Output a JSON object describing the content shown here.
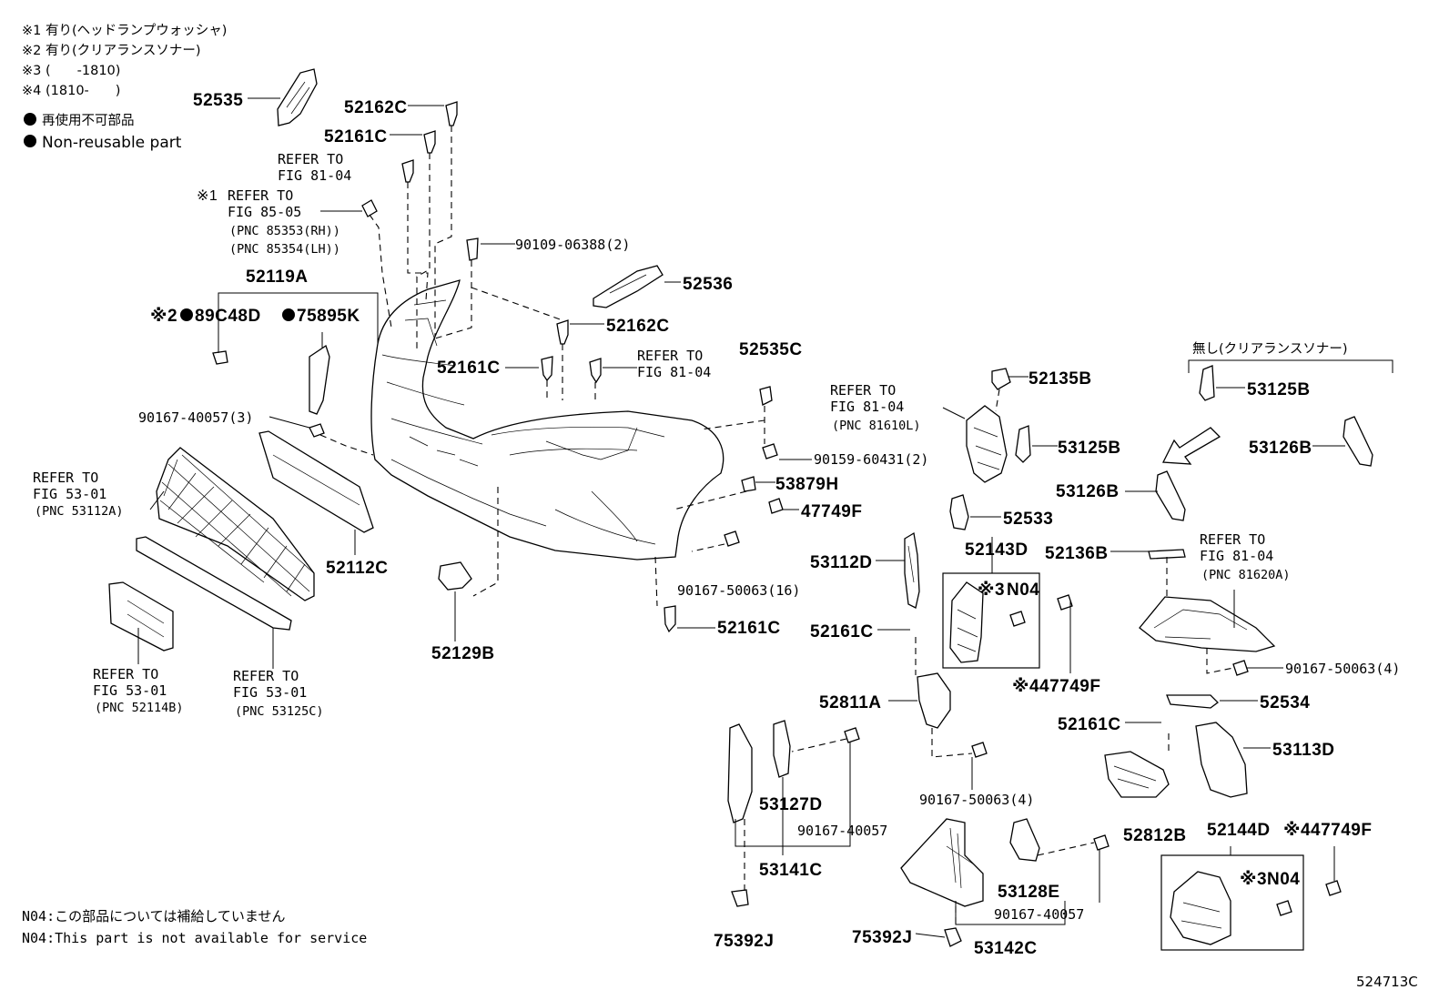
{
  "notes": {
    "n1": "※1 有り(ヘッドランプウォッシャ)",
    "n2": "※2 有り(クリアランスソナー)",
    "n3": "※3 (　　-1810)",
    "n4": "※4 (1810-　　)",
    "nonreuse_ja": "再使用不可部品",
    "nonreuse_en": "Non-reusable part"
  },
  "footer": {
    "n04_ja": "N04:この部品については補給していません",
    "n04_en": "N04:This part is not available for service",
    "diagram_id": "524713C"
  },
  "heading_no_sonar": "無し(クリアランスソナー)",
  "parts": {
    "p52535": "52535",
    "p52162C_a": "52162C",
    "p52161C_a": "52161C",
    "p90109": "90109-06388(2)",
    "p52536": "52536",
    "p52119A": "52119A",
    "p89C48D": "89C48D",
    "p75895K": "75895K",
    "p52162C_b": "52162C",
    "p52161C_b": "52161C",
    "p52535C": "52535C",
    "p90167_40057_3": "90167-40057(3)",
    "p90159": "90159-60431(2)",
    "p53879H": "53879H",
    "p47749F_a": "47749F",
    "p52112C": "52112C",
    "p90167_50063_16": "90167-50063(16)",
    "p52161C_c": "52161C",
    "p52129B": "52129B",
    "p52135B": "52135B",
    "p53125B_a": "53125B",
    "p53125B_b": "53125B",
    "p53126B_a": "53126B",
    "p53126B_b": "53126B",
    "p52533": "52533",
    "p53112D": "53112D",
    "p52143D": "52143D",
    "p52136B": "52136B",
    "p52161C_d": "52161C",
    "pN04_a": "N04",
    "p47749F_b": "47749F",
    "p90167_50063_4a": "90167-50063(4)",
    "p52534": "52534",
    "p52811A": "52811A",
    "p52161C_e": "52161C",
    "p53113D": "53113D",
    "p90167_50063_4b": "90167-50063(4)",
    "p53127D": "53127D",
    "p90167_40057_a": "90167-40057",
    "p53141C": "53141C",
    "p52812B": "52812B",
    "p52144D": "52144D",
    "p47749F_c": "47749F",
    "pN04_b": "N04",
    "p53128E": "53128E",
    "p90167_40057_b": "90167-40057",
    "p75392J_a": "75392J",
    "p75392J_b": "75392J",
    "p53142C": "53142C"
  },
  "refs": {
    "r1_a": "REFER TO",
    "r1_b": "FIG 81-04",
    "r2_a": "REFER TO",
    "r2_b": "FIG 85-05",
    "r2_c": "(PNC 85353(RH))",
    "r2_d": "(PNC 85354(LH))",
    "r3_a": "REFER TO",
    "r3_b": "FIG 81-04",
    "r4_a": "REFER TO",
    "r4_b": "FIG 53-01",
    "r4_c": "(PNC 53112A)",
    "r5_a": "REFER TO",
    "r5_b": "FIG 81-04",
    "r5_c": "(PNC 81610L)",
    "r6_a": "REFER TO",
    "r6_b": "FIG 81-04",
    "r6_c": "(PNC 81620A)",
    "r7_a": "REFER TO",
    "r7_b": "FIG 53-01",
    "r7_c": "(PNC 52114B)",
    "r8_a": "REFER TO",
    "r8_b": "FIG 53-01",
    "r8_c": "(PNC 53125C)"
  },
  "marks": {
    "m1": "※1",
    "m2": "※2",
    "m3a": "※3",
    "m4a": "※4",
    "m3b": "※3",
    "m4b": "※4"
  },
  "icons": [
    "non-reusable-dot-icon",
    "arrow-icon"
  ]
}
